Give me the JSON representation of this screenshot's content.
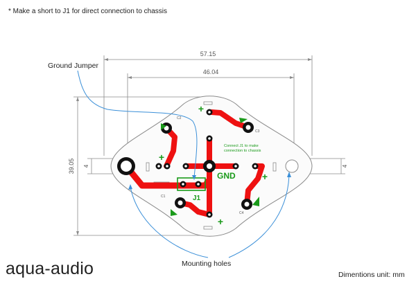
{
  "note": "* Make a short to J1 for direct connection to chassis",
  "callouts": {
    "ground_jumper": "Ground Jumper",
    "mounting_holes": "Mounting holes"
  },
  "brand": "aqua-audio",
  "units_note": "Dimentions unit: mm",
  "dimensions": {
    "overall_width": "57.15",
    "hole_spacing": "46.04",
    "height": "39.05",
    "left_small": "4",
    "right_small": "4"
  },
  "board_labels": {
    "gnd": "GND",
    "j1": "J1",
    "connect_note_1": "Connect J1 to make",
    "connect_note_2": "connection to chassis",
    "plus": "+",
    "c1": "C1",
    "c2": "C2",
    "c3": "C3",
    "c4": "C4"
  },
  "colors": {
    "trace": "#ee1111",
    "silk": "#1a9a1a",
    "outline": "#8a8a8a",
    "leader": "#3a8fd8",
    "pad": "#111111"
  }
}
